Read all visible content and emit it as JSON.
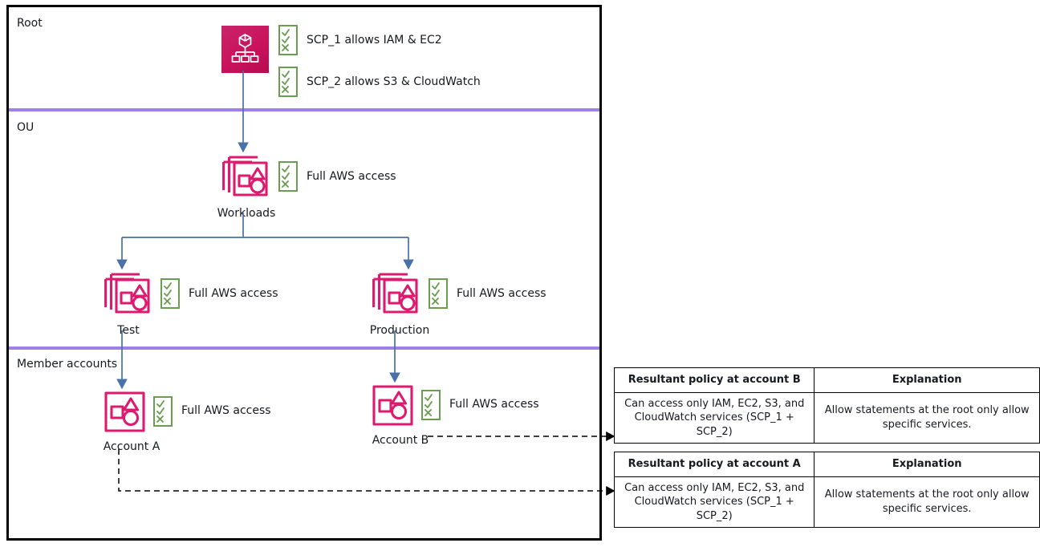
{
  "lanes": [
    {
      "id": "root",
      "label": "Root"
    },
    {
      "id": "ou",
      "label": "OU"
    },
    {
      "id": "member",
      "label": "Member accounts"
    }
  ],
  "colors": {
    "lane_divider": "#9d80e8",
    "frame_border": "#000000",
    "aws_magenta": "#dd1b6e",
    "org_icon_gradient_start": "#c9246a",
    "org_icon_gradient_end": "#b80b51",
    "policy_green": "#6a9c52",
    "connector_blue": "#4a71a8",
    "dashed_arrow": "#000000"
  },
  "root": {
    "icon": "aws-organizations-icon",
    "policies": [
      {
        "icon": "policy-icon",
        "label": "SCP_1 allows IAM & EC2"
      },
      {
        "icon": "policy-icon",
        "label": "SCP_2 allows S3 & CloudWatch"
      }
    ]
  },
  "ous": [
    {
      "id": "workloads",
      "name": "Workloads",
      "icon": "ou-icon",
      "policy_icon": "policy-icon",
      "policy_label": "Full AWS access"
    },
    {
      "id": "test",
      "name": "Test",
      "icon": "ou-icon",
      "policy_icon": "policy-icon",
      "policy_label": "Full AWS access"
    },
    {
      "id": "production",
      "name": "Production",
      "icon": "ou-icon",
      "policy_icon": "policy-icon",
      "policy_label": "Full AWS access"
    }
  ],
  "accounts": [
    {
      "id": "account-a",
      "name": "Account A",
      "icon": "account-icon",
      "policy_icon": "policy-icon",
      "policy_label": "Full AWS access"
    },
    {
      "id": "account-b",
      "name": "Account B",
      "icon": "account-icon",
      "policy_icon": "policy-icon",
      "policy_label": "Full AWS access"
    }
  ],
  "tables": [
    {
      "id": "table-b",
      "headers": [
        "Resultant policy at account B",
        "Explanation"
      ],
      "row": [
        "Can access only IAM, EC2, S3, and CloudWatch services (SCP_1 + SCP_2)",
        "Allow statements at the root only allow specific services."
      ]
    },
    {
      "id": "table-a",
      "headers": [
        "Resultant policy at account A",
        "Explanation"
      ],
      "row": [
        "Can access only IAM, EC2, S3, and CloudWatch services (SCP_1 + SCP_2)",
        "Allow statements at the root only allow specific services."
      ]
    }
  ]
}
